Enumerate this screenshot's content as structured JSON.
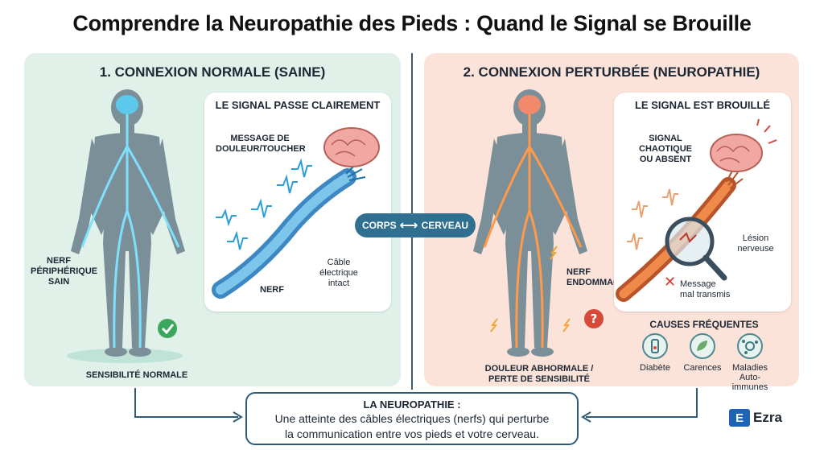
{
  "title": "Comprendre la Neuropathie des Pieds : Quand le Signal se Brouille",
  "left": {
    "title": "1. CONNEXION NORMALE (SAINE)",
    "nerve_label": [
      "NERF",
      "PÉRIPHÉRIQUE",
      "SAIN"
    ],
    "sensitivity_label": "SENSIBILITÉ NORMALE",
    "card": {
      "title": "LE SIGNAL PASSE CLAIREMENT",
      "message": [
        "MESSAGE DE",
        "DOULEUR/TOUCHER"
      ],
      "cable": [
        "Câble",
        "électrique",
        "intact"
      ],
      "nerf": "NERF"
    }
  },
  "right": {
    "title": "2. CONNEXION PERTURBÉE (NEUROPATHIE)",
    "nerve_label": [
      "NERF",
      "ENDOMMAGÉ"
    ],
    "pain_label": [
      "DOULEUR ABHORMALE /",
      "PERTE DE SENSIBILITÉ"
    ],
    "card": {
      "title": "LE SIGNAL EST BROUILLÉ",
      "signal": [
        "SIGNAL CHAOTIQUE",
        "OU ABSENT"
      ],
      "lesion": [
        "Lésion",
        "nerveuse"
      ],
      "message": [
        "Message",
        "mal transmis"
      ]
    },
    "causes": {
      "title": "CAUSES FRÉQUENTES",
      "items": [
        {
          "label": [
            "Diabète"
          ]
        },
        {
          "label": [
            "Carences"
          ]
        },
        {
          "label": [
            "Maladies",
            "Auto-immunes"
          ]
        }
      ]
    }
  },
  "connector": {
    "left": "CORPS",
    "arrow": "⟷",
    "right": "CERVEAU"
  },
  "bottom": {
    "title": "LA NEUROPATHIE :",
    "lines": [
      "Une atteinte des câbles électriques (nerfs) qui perturbe",
      "la communication entre vos pieds et votre cerveau."
    ]
  },
  "logo": {
    "mark": "E",
    "text": "Ezra"
  },
  "colors": {
    "healthy_panel": "#dff1e8",
    "damaged_panel": "#fbe3da",
    "nerve_healthy": "#4fc3e8",
    "nerve_damaged": "#f07a3a",
    "accent": "#2f6f8f"
  }
}
